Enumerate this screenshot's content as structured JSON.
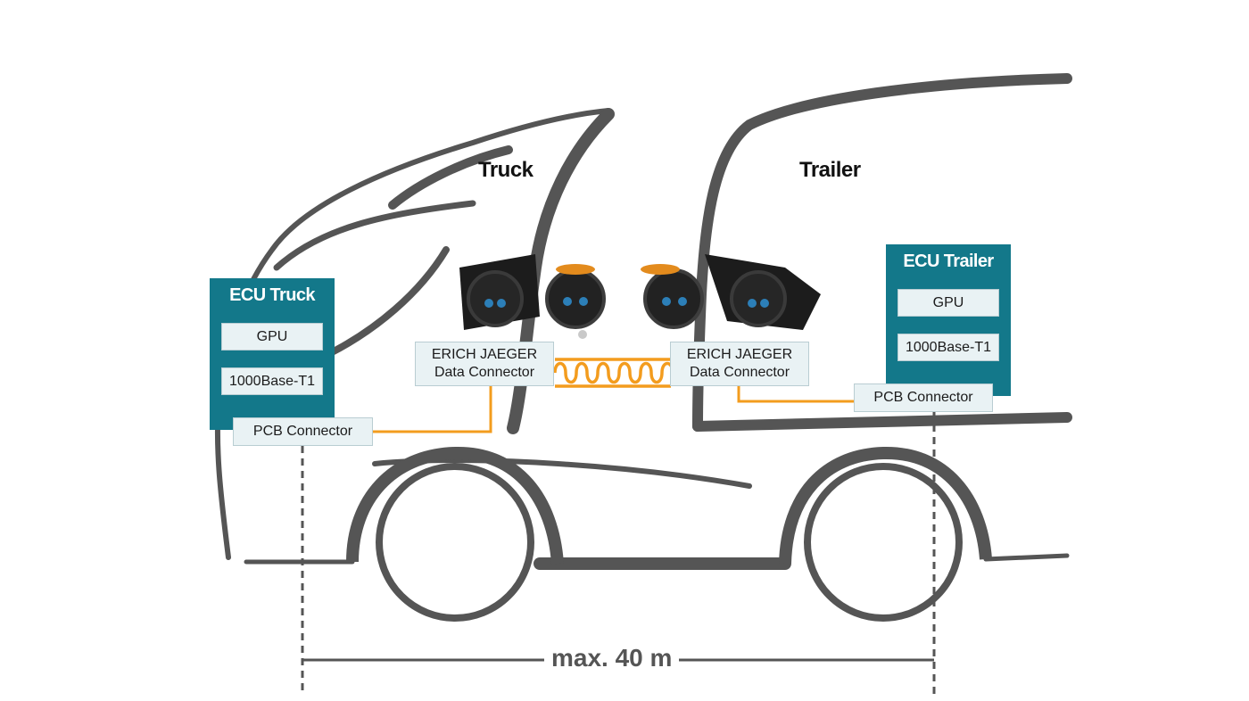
{
  "headings": {
    "truck": "Truck",
    "trailer": "Trailer"
  },
  "ecu_truck": {
    "title": "ECU Truck",
    "chips": [
      "GPU",
      "1000Base-T1"
    ]
  },
  "ecu_trailer": {
    "title": "ECU Trailer",
    "chips": [
      "GPU",
      "1000Base-T1"
    ]
  },
  "connectors": {
    "truck_data": {
      "line1": "ERICH JAEGER",
      "line2": "Data Connector"
    },
    "trailer_data": {
      "line1": "ERICH JAEGER",
      "line2": "Data Connector"
    },
    "pcb_truck": "PCB Connector",
    "pcb_trailer": "PCB Connector"
  },
  "distance": "max. 40 m",
  "colors": {
    "ecu": "#13788a",
    "cable": "#f39c1e",
    "outline": "#555555",
    "chip_bg": "#e9f2f4"
  }
}
